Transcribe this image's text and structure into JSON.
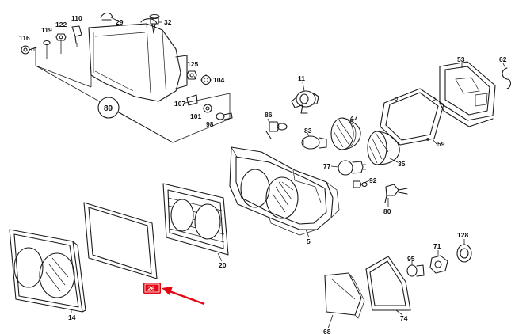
{
  "diagram": {
    "callouts": [
      {
        "id": "p116",
        "text": "116"
      },
      {
        "id": "p119",
        "text": "119"
      },
      {
        "id": "p122",
        "text": "122"
      },
      {
        "id": "p110",
        "text": "110"
      },
      {
        "id": "p29",
        "text": "29"
      },
      {
        "id": "p32",
        "text": "32"
      },
      {
        "id": "p125",
        "text": "125"
      },
      {
        "id": "p104",
        "text": "104"
      },
      {
        "id": "p107",
        "text": "107"
      },
      {
        "id": "p101",
        "text": "101"
      },
      {
        "id": "p98",
        "text": "98"
      },
      {
        "id": "p89",
        "text": "89"
      },
      {
        "id": "p11",
        "text": "11"
      },
      {
        "id": "p86",
        "text": "86"
      },
      {
        "id": "p83",
        "text": "83"
      },
      {
        "id": "p47",
        "text": "47"
      },
      {
        "id": "p53",
        "text": "53"
      },
      {
        "id": "p62",
        "text": "62"
      },
      {
        "id": "p59",
        "text": "59"
      },
      {
        "id": "p77",
        "text": "77"
      },
      {
        "id": "p35",
        "text": "35"
      },
      {
        "id": "p92",
        "text": "92"
      },
      {
        "id": "p80",
        "text": "80"
      },
      {
        "id": "p5",
        "text": "5"
      },
      {
        "id": "p20",
        "text": "20"
      },
      {
        "id": "p14",
        "text": "14"
      },
      {
        "id": "p71",
        "text": "71"
      },
      {
        "id": "p128",
        "text": "128"
      },
      {
        "id": "p95",
        "text": "95"
      },
      {
        "id": "p68",
        "text": "68"
      },
      {
        "id": "p74",
        "text": "74"
      }
    ],
    "highlight": {
      "text": "26",
      "color": "#e30613"
    },
    "colors": {
      "line": "#1a1a1a",
      "accent": "#e30613",
      "background": "#ffffff"
    }
  }
}
